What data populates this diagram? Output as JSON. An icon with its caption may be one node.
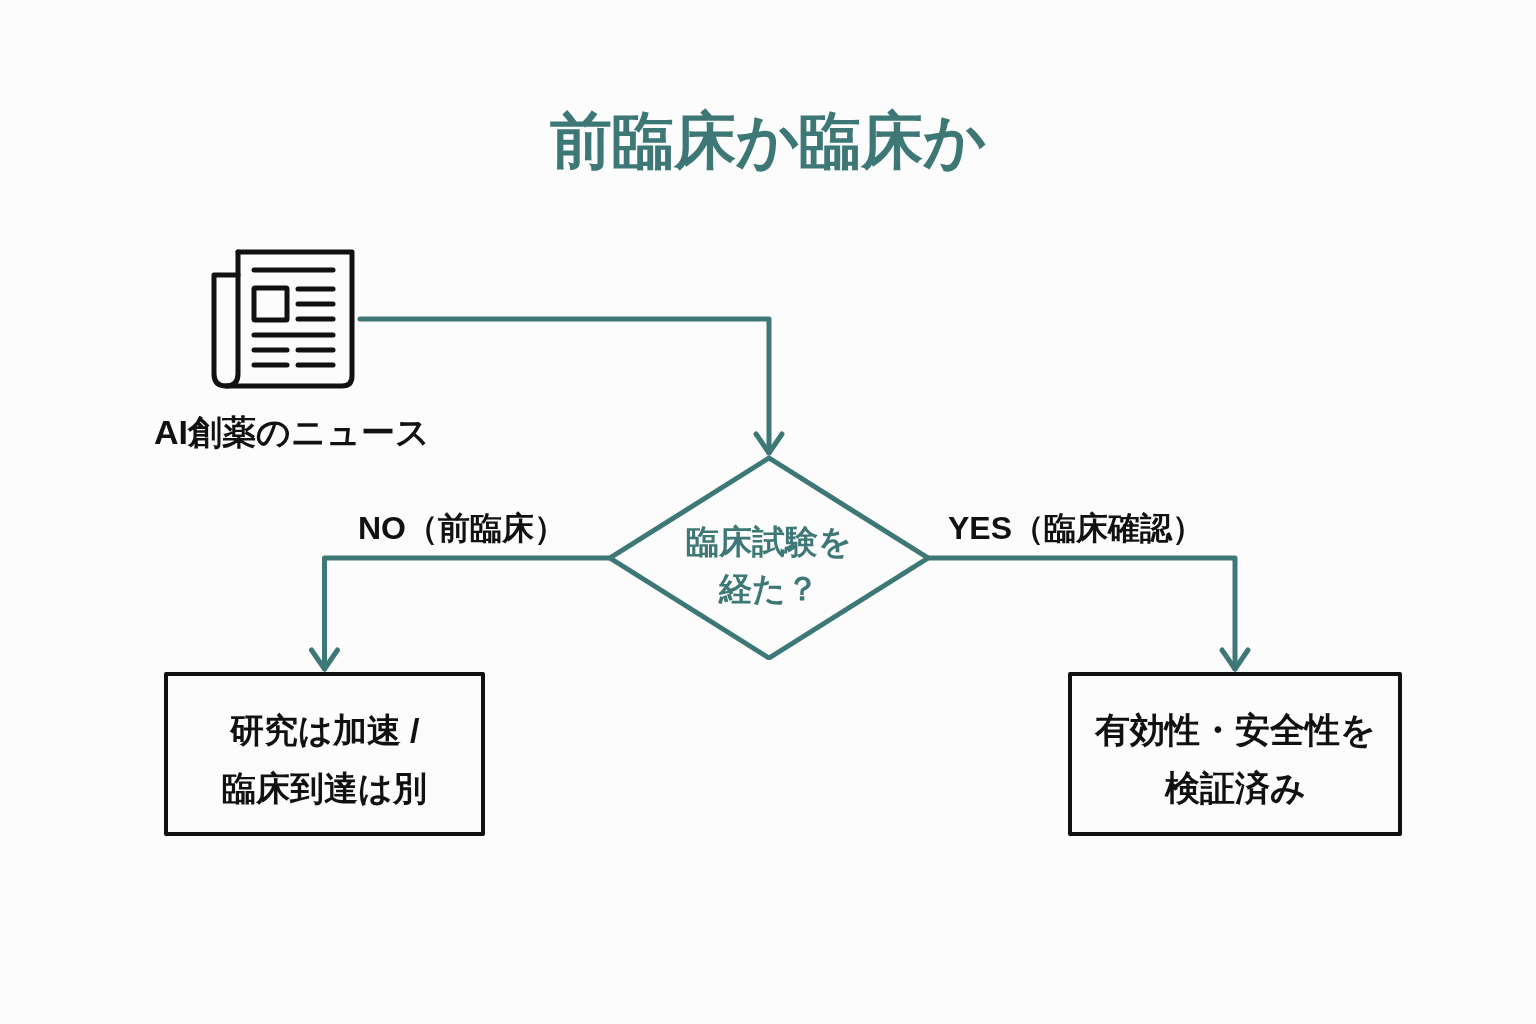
{
  "diagram": {
    "title": "前臨床か臨床か",
    "nodes": [
      {
        "text": [],
        "shape": "picture",
        "beside": [
          "AI創薬のニュース"
        ]
      },
      {
        "text": [
          "臨床試験を経た？"
        ]
      },
      {
        "text": [
          "研究は加速 / 臨床到達は別"
        ]
      },
      {
        "text": [
          "有効性・安全性を検証済み"
        ]
      }
    ],
    "edges": [
      {
        "from": 0,
        "to": 1,
        "arrow": "to"
      },
      {
        "from": 1,
        "to": 2,
        "arrow": "to",
        "label": "NO（前臨床）"
      },
      {
        "from": 1,
        "to": 3,
        "arrow": "to",
        "label": "YES（臨床確認）"
      }
    ]
  }
}
